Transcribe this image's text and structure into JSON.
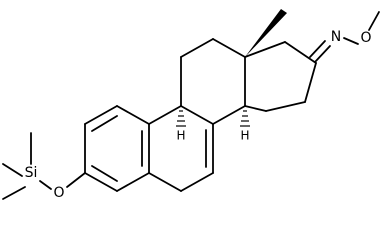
{
  "molecule": {
    "atoms": {
      "oxime_o": "O",
      "oxime_n": "N",
      "ether_o": "O",
      "silicon": "Si",
      "h_9": "H",
      "h_14": "H"
    }
  }
}
